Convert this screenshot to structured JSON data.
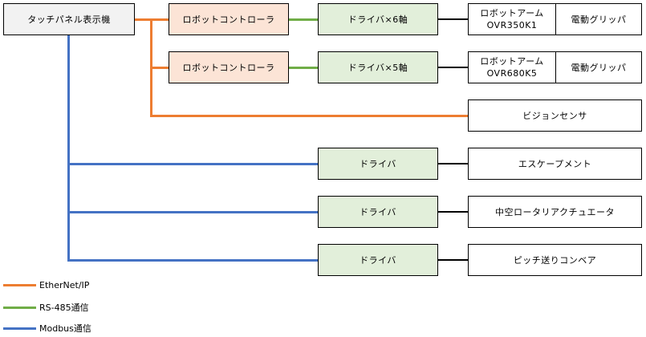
{
  "nodes": {
    "touch_panel": "タッチパネル表示機",
    "robot_controller_1": "ロボットコントローラ",
    "robot_controller_2": "ロボットコントローラ",
    "driver_6axis": "ドライバ×6軸",
    "driver_5axis": "ドライバ×5軸",
    "robot_arm_1_name": "ロボットアーム",
    "robot_arm_1_model": "OVR350K1",
    "gripper_1": "電動グリッパ",
    "robot_arm_2_name": "ロボットアーム",
    "robot_arm_2_model": "OVR680K5",
    "gripper_2": "電動グリッパ",
    "vision_sensor": "ビジョンセンサ",
    "driver_escapement": "ドライバ",
    "escapement": "エスケープメント",
    "driver_rotary": "ドライバ",
    "hollow_rotary_actuator": "中空ロータリアクチュエータ",
    "driver_conveyor": "ドライバ",
    "pitch_feed_conveyor": "ピッチ送りコンベア"
  },
  "legend": [
    {
      "label": "EtherNet/IP",
      "color": "#ED7D31"
    },
    {
      "label": "RS-485通信",
      "color": "#70AD47"
    },
    {
      "label": "Modbus通信",
      "color": "#4472C4"
    }
  ],
  "colors": {
    "ethernet": "#ED7D31",
    "rs485": "#70AD47",
    "modbus": "#4472C4",
    "black_line": "#000000",
    "controller_fill": "#FCE4D6",
    "driver_fill": "#E2EFDA",
    "panel_fill": "#F2F2F2",
    "box_border": "#000000",
    "background": "#FFFFFF"
  }
}
